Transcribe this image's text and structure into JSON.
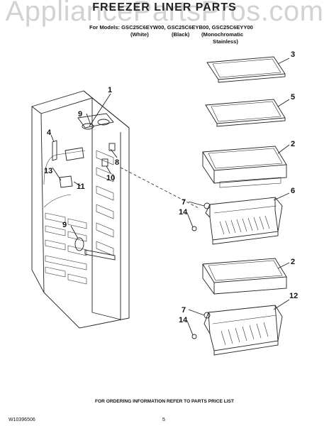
{
  "watermark": "AppliancePartsPros.com",
  "title": "FREEZER LINER PARTS",
  "models_line": "For Models: GSC25C6EYW00, GSC25C6EYB00, GSC25C6EYY00",
  "variants": [
    "(White)",
    "(Black)",
    "(Monochromatic",
    "Stainless)"
  ],
  "callouts": [
    "1",
    "2",
    "2",
    "3",
    "4",
    "5",
    "6",
    "7",
    "7",
    "8",
    "9",
    "9",
    "10",
    "11",
    "12",
    "13",
    "14",
    "14"
  ],
  "footer_note": "FOR ORDERING INFORMATION REFER TO PARTS PRICE LIST",
  "document_number": "W10396506",
  "page_number": "5"
}
